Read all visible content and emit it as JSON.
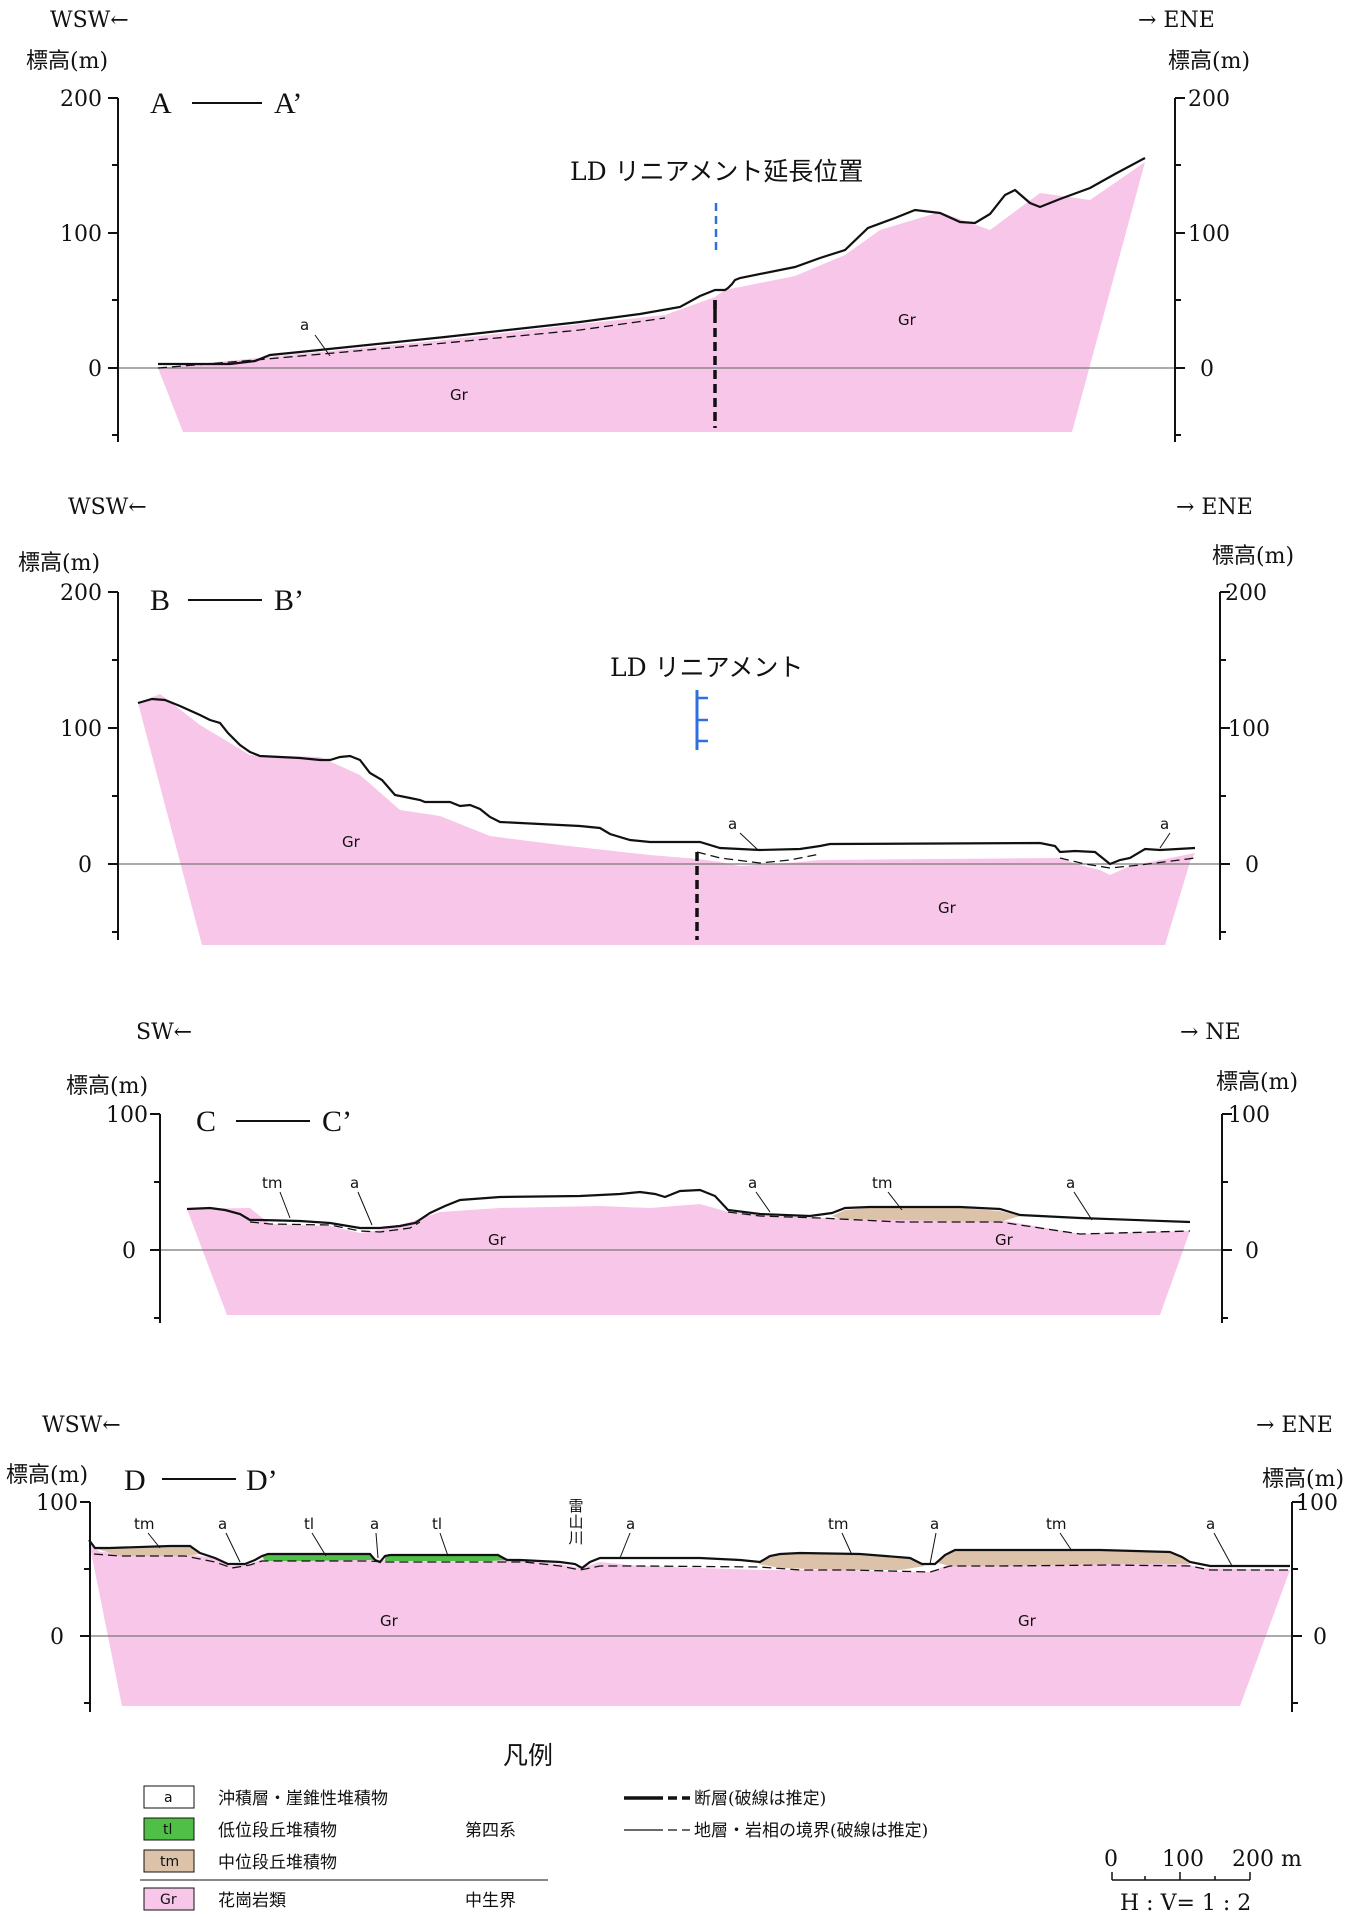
{
  "colors": {
    "granite": "#f8c6e8",
    "terrace_middle": "#dcc2a8",
    "terrace_low": "#50bf48",
    "lineament": "#2f6fe0",
    "fault": "#111111"
  },
  "sections": [
    {
      "id": "A",
      "title_left": "A",
      "title_right": "A’",
      "dir_left": "WSW←",
      "dir_right": "→ ENE",
      "unit_left": "標高(m)",
      "unit_right": "標高(m)",
      "ticks": [
        "200",
        "100",
        "0"
      ],
      "lineament_label": "LD リニアメント延長位置",
      "units": [
        "Gr",
        "Gr"
      ],
      "labels": [
        "a"
      ]
    },
    {
      "id": "B",
      "title_left": "B",
      "title_right": "B’",
      "dir_left": "WSW←",
      "dir_right": "→ ENE",
      "unit_left": "標高(m)",
      "unit_right": "標高(m)",
      "ticks": [
        "200",
        "100",
        "0"
      ],
      "lineament_label": "LD リニアメント",
      "units": [
        "Gr",
        "Gr"
      ],
      "labels": [
        "a",
        "a"
      ]
    },
    {
      "id": "C",
      "title_left": "C",
      "title_right": "C’",
      "dir_left": "SW←",
      "dir_right": "→ NE",
      "unit_left": "標高(m)",
      "unit_right": "標高(m)",
      "ticks": [
        "100",
        "0"
      ],
      "units": [
        "Gr",
        "Gr"
      ],
      "labels": [
        "tm",
        "a",
        "a",
        "tm",
        "a"
      ]
    },
    {
      "id": "D",
      "title_left": "D",
      "title_right": "D’",
      "dir_left": "WSW←",
      "dir_right": "→ ENE",
      "unit_left": "標高(m)",
      "unit_right": "標高(m)",
      "ticks": [
        "100",
        "0"
      ],
      "units": [
        "Gr",
        "Gr"
      ],
      "labels": [
        "tm",
        "a",
        "tl",
        "a",
        "tl",
        "a",
        "tm",
        "a",
        "tm",
        "a"
      ],
      "river": "雷山川"
    }
  ],
  "legend": {
    "title": "凡例",
    "items": [
      {
        "symbol": "a",
        "label": "沖積層・崖錐性堆積物"
      },
      {
        "symbol": "tl",
        "label": "低位段丘堆積物"
      },
      {
        "symbol": "tm",
        "label": "中位段丘堆積物"
      },
      {
        "symbol": "Gr",
        "label": "花崗岩類"
      }
    ],
    "system_quaternary": "第四系",
    "system_mesozoic": "中生界",
    "line_fault": "断層(破線は推定)",
    "line_boundary": "地層・岩相の境界(破線は推定)"
  },
  "scale": {
    "ticks": [
      "0",
      "100",
      "200 m"
    ],
    "ratio": "H : V= 1 : 2"
  }
}
